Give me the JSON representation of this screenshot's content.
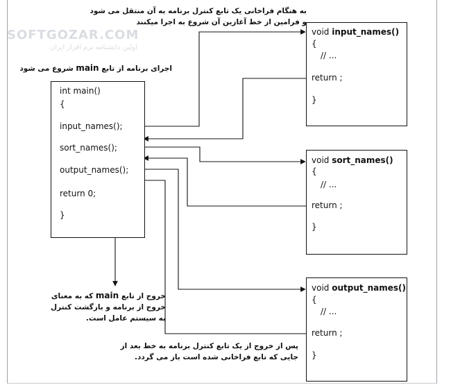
{
  "watermark": {
    "brand": "SOFTGOZAR.COM",
    "tagline": "اولین دانشنامه نرم افزار ایران"
  },
  "main_fn": {
    "signature_prefix": "int ",
    "signature_name": "main()",
    "open_brace": "{",
    "call_input": "input_names();",
    "call_sort": "sort_names();",
    "call_output": "output_names();",
    "return_stmt": "return 0;",
    "close_brace": "}"
  },
  "func_input": {
    "prefix": "void ",
    "name": "input_names()",
    "open_brace": "{",
    "body": "// ...",
    "return_stmt": "return ;",
    "close_brace": "}"
  },
  "func_sort": {
    "prefix": "void ",
    "name": "sort_names()",
    "open_brace": "{",
    "body": "// ...",
    "return_stmt": "return ;",
    "close_brace": "}"
  },
  "func_output": {
    "prefix": "void ",
    "name": "output_names()",
    "open_brace": "{",
    "body": "// ...",
    "return_stmt": "return ;",
    "close_brace": "}"
  },
  "notes": {
    "call_note_line1": "به هنگام فراخانی یک تابع کنترل برنامه به آن منتقل می شود",
    "call_note_line2": "و فرامین از خط آغازین آن شروع به اجرا میکنند",
    "start_note_prefix": "اجرای برنامه از تابع ",
    "start_note_keyword": "main",
    "start_note_suffix": " شروع می شود",
    "exit_note_line1_prefix": "خروج از تابع ",
    "exit_note_line1_keyword": "main",
    "exit_note_line1_suffix": " که به معنای",
    "exit_note_line2": "خروج از برنامه و بازگشت کنترل",
    "exit_note_line3": "به سیستم عامل است.",
    "return_note_line1": "پس از خروج از یک تابع کنترل برنامه به خط بعد از",
    "return_note_line2": "جایی که تابع فراخانی شده است باز می گردد."
  }
}
